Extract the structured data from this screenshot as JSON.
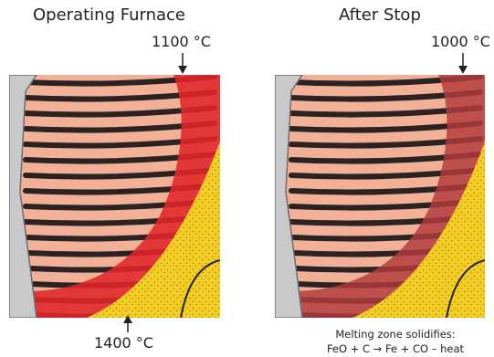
{
  "left_panel": {
    "title": "Operating Furnace",
    "top_temp": "1100 °C",
    "bottom_temp": "1400 °C"
  },
  "right_panel": {
    "title": "After Stop",
    "top_temp": "1000 °C",
    "note_line1": "Melting zone solidifies:",
    "note_line2": "FeO + C → Fe + CO – heat"
  },
  "colors": {
    "wall_gray": "#c9c9cb",
    "wall_edge": "#6e6e6e",
    "coke_dark": "#2b2322",
    "ore_pink": "#f2b196",
    "melt_red_operating": "#e1262a",
    "melt_red_stopped": "#b13a3d",
    "deadman_yellow": "#f2cd25"
  }
}
